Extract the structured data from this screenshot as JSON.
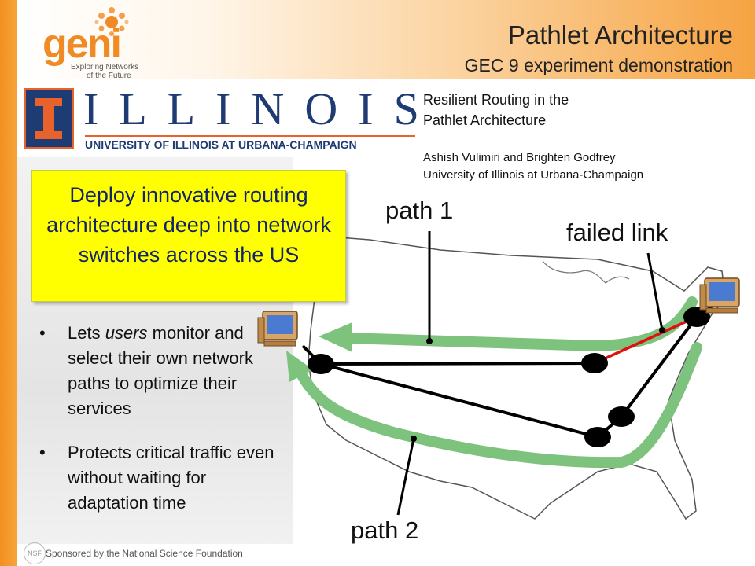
{
  "header": {
    "title": "Pathlet Architecture",
    "subtitle": "GEC 9 experiment demonstration"
  },
  "geni_logo": {
    "word": "geni",
    "tagline_line1": "Exploring Networks",
    "tagline_line2": "of the Future",
    "color": "#f08a24"
  },
  "illinois_logo": {
    "word": "ILLINOIS",
    "subtitle": "UNIVERSITY OF ILLINOIS AT URBANA-CHAMPAIGN",
    "color": "#1f3b73",
    "accent": "#e8622c"
  },
  "paper": {
    "title_line1": "Resilient Routing in the",
    "title_line2": "Pathlet Architecture",
    "authors": "Ashish Vulimiri and Brighten Godfrey",
    "affiliation": "University of Illinois at Urbana-Champaign"
  },
  "callout": {
    "text": "Deploy innovative routing architecture deep into network switches across the US"
  },
  "bullets": [
    {
      "before": "Lets ",
      "emph": "users",
      "after": " monitor and select their own network paths to optimize their services"
    },
    {
      "before": "Protects critical traffic even without waiting for adaptation time",
      "emph": "",
      "after": ""
    }
  ],
  "map_labels": {
    "path1": "path 1",
    "failed_link": "failed link",
    "path2": "path 2"
  },
  "colors": {
    "path_arrow": "#7dc27d",
    "failed_link": "#e01010",
    "link": "#000000",
    "callout_bg": "#ffff00",
    "callout_text": "#10236b"
  },
  "footer": {
    "nsf_mark": "NSF",
    "sponsor": "Sponsored by the National Science Foundation"
  }
}
